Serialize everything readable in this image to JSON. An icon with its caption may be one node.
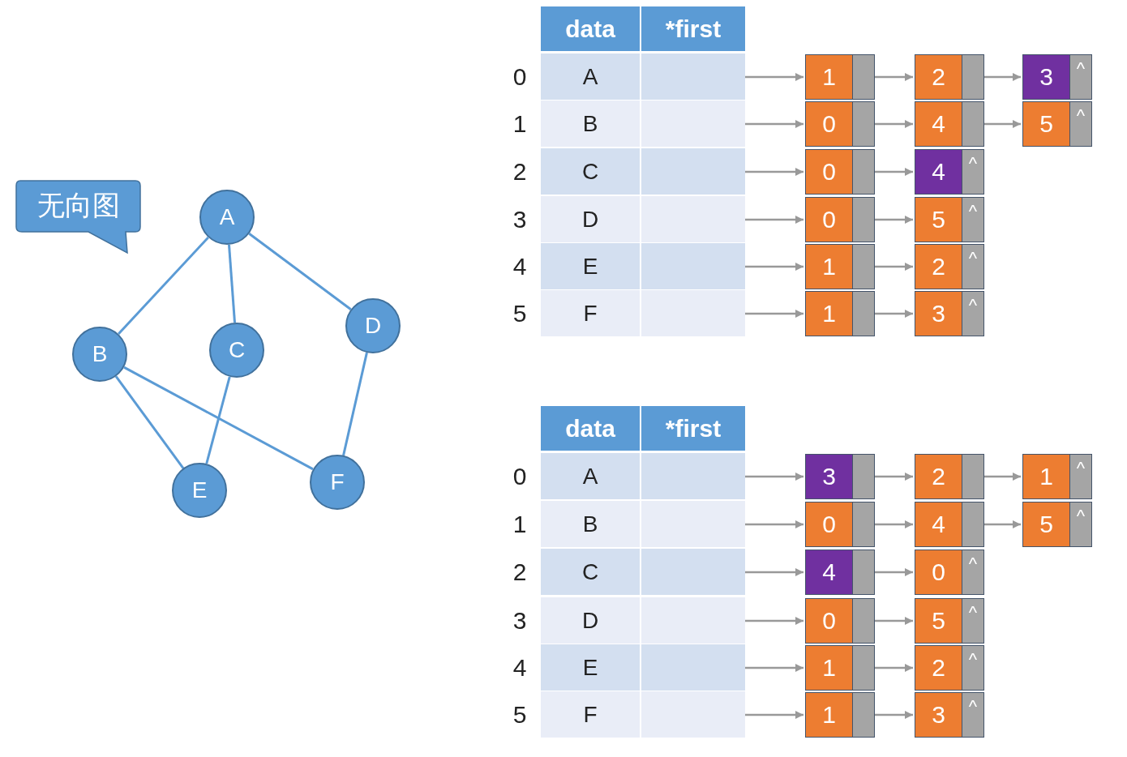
{
  "diagram": {
    "nodes": [
      {
        "text": [
          "无向图"
        ]
      },
      {
        "text": [
          "A"
        ]
      },
      {
        "text": [
          "B"
        ]
      },
      {
        "text": [
          "C"
        ]
      },
      {
        "text": [
          "D"
        ]
      },
      {
        "text": [
          "E"
        ]
      },
      {
        "text": [
          "F"
        ]
      },
      {
        "text": [
          "data"
        ]
      },
      {
        "text": [
          "*first"
        ]
      },
      {
        "text": [
          "A"
        ]
      },
      {
        "text": [],
        "shape": "box"
      },
      {
        "text": [
          "B"
        ]
      },
      {
        "text": [],
        "shape": "box"
      },
      {
        "text": [
          "C"
        ]
      },
      {
        "text": [],
        "shape": "box"
      },
      {
        "text": [
          "D"
        ]
      },
      {
        "text": [],
        "shape": "box"
      },
      {
        "text": [
          "E"
        ]
      },
      {
        "text": [],
        "shape": "box"
      },
      {
        "text": [
          "F"
        ]
      },
      {
        "text": [],
        "shape": "box"
      },
      {
        "text": [
          "1"
        ]
      },
      {
        "text": [
          "2"
        ]
      },
      {
        "text": [
          "3",
          "^"
        ]
      },
      {
        "text": [
          "0"
        ]
      },
      {
        "text": [
          "4"
        ]
      },
      {
        "text": [
          "5",
          "^"
        ]
      },
      {
        "text": [
          "0"
        ]
      },
      {
        "text": [
          "4",
          "^"
        ]
      },
      {
        "text": [
          "0"
        ]
      },
      {
        "text": [
          "5",
          "^"
        ]
      },
      {
        "text": [
          "1"
        ]
      },
      {
        "text": [
          "2",
          "^"
        ]
      },
      {
        "text": [
          "1"
        ]
      },
      {
        "text": [
          "3",
          "^"
        ]
      },
      {
        "text": [
          "data"
        ]
      },
      {
        "text": [
          "*first"
        ]
      },
      {
        "text": [
          "A"
        ]
      },
      {
        "text": [],
        "shape": "box"
      },
      {
        "text": [
          "B"
        ]
      },
      {
        "text": [],
        "shape": "box"
      },
      {
        "text": [
          "C"
        ]
      },
      {
        "text": [],
        "shape": "box"
      },
      {
        "text": [
          "D"
        ]
      },
      {
        "text": [],
        "shape": "box"
      },
      {
        "text": [
          "E"
        ]
      },
      {
        "text": [],
        "shape": "box"
      },
      {
        "text": [
          "F"
        ]
      },
      {
        "text": [],
        "shape": "box"
      },
      {
        "text": [
          "3"
        ]
      },
      {
        "text": [
          "2"
        ]
      },
      {
        "text": [
          "1",
          "^"
        ]
      },
      {
        "text": [
          "0"
        ]
      },
      {
        "text": [
          "4"
        ]
      },
      {
        "text": [
          "5",
          "^"
        ]
      },
      {
        "text": [
          "4"
        ]
      },
      {
        "text": [
          "0",
          "^"
        ]
      },
      {
        "text": [
          "0"
        ]
      },
      {
        "text": [
          "5",
          "^"
        ]
      },
      {
        "text": [
          "1"
        ]
      },
      {
        "text": [
          "2",
          "^"
        ]
      },
      {
        "text": [
          "1"
        ]
      },
      {
        "text": [
          "3",
          "^"
        ]
      }
    ],
    "edges": [
      {
        "from": 1,
        "to": 2,
        "arrow": "none"
      },
      {
        "from": 1,
        "to": 3,
        "arrow": "none"
      },
      {
        "from": 1,
        "to": 4,
        "arrow": "none"
      },
      {
        "from": 2,
        "to": 5,
        "arrow": "none"
      },
      {
        "from": 2,
        "to": 6,
        "arrow": "none"
      },
      {
        "from": 3,
        "to": 5,
        "arrow": "none"
      },
      {
        "from": 4,
        "to": 6,
        "arrow": "none"
      },
      {
        "from": 10,
        "to": 21,
        "arrow": "to"
      },
      {
        "from": 21,
        "to": 22,
        "arrow": "to"
      },
      {
        "from": 22,
        "to": 23,
        "arrow": "to"
      },
      {
        "from": 12,
        "to": 24,
        "arrow": "to"
      },
      {
        "from": 24,
        "to": 25,
        "arrow": "to"
      },
      {
        "from": 25,
        "to": 26,
        "arrow": "to"
      },
      {
        "from": 14,
        "to": 27,
        "arrow": "to"
      },
      {
        "from": 27,
        "to": 28,
        "arrow": "to"
      },
      {
        "from": 16,
        "to": 29,
        "arrow": "to"
      },
      {
        "from": 29,
        "to": 30,
        "arrow": "to"
      },
      {
        "from": 18,
        "to": 31,
        "arrow": "to"
      },
      {
        "from": 31,
        "to": 32,
        "arrow": "to"
      },
      {
        "from": 20,
        "to": 33,
        "arrow": "to"
      },
      {
        "from": 33,
        "to": 34,
        "arrow": "to"
      },
      {
        "from": 38,
        "to": 49,
        "arrow": "to"
      },
      {
        "from": 49,
        "to": 50,
        "arrow": "to"
      },
      {
        "from": 50,
        "to": 51,
        "arrow": "to"
      },
      {
        "from": 40,
        "to": 52,
        "arrow": "to"
      },
      {
        "from": 52,
        "to": 53,
        "arrow": "to"
      },
      {
        "from": 53,
        "to": 54,
        "arrow": "to"
      },
      {
        "from": 42,
        "to": 55,
        "arrow": "to"
      },
      {
        "from": 55,
        "to": 56,
        "arrow": "to"
      },
      {
        "from": 44,
        "to": 57,
        "arrow": "to"
      },
      {
        "from": 57,
        "to": 58,
        "arrow": "to"
      },
      {
        "from": 46,
        "to": 59,
        "arrow": "to"
      },
      {
        "from": 59,
        "to": 60,
        "arrow": "to"
      },
      {
        "from": 48,
        "to": 61,
        "arrow": "to"
      },
      {
        "from": 61,
        "to": 62,
        "arrow": "to"
      }
    ],
    "labels": [
      "0",
      "1",
      "2",
      "3",
      "4",
      "5",
      "0",
      "1",
      "2",
      "3",
      "4",
      "5"
    ]
  }
}
